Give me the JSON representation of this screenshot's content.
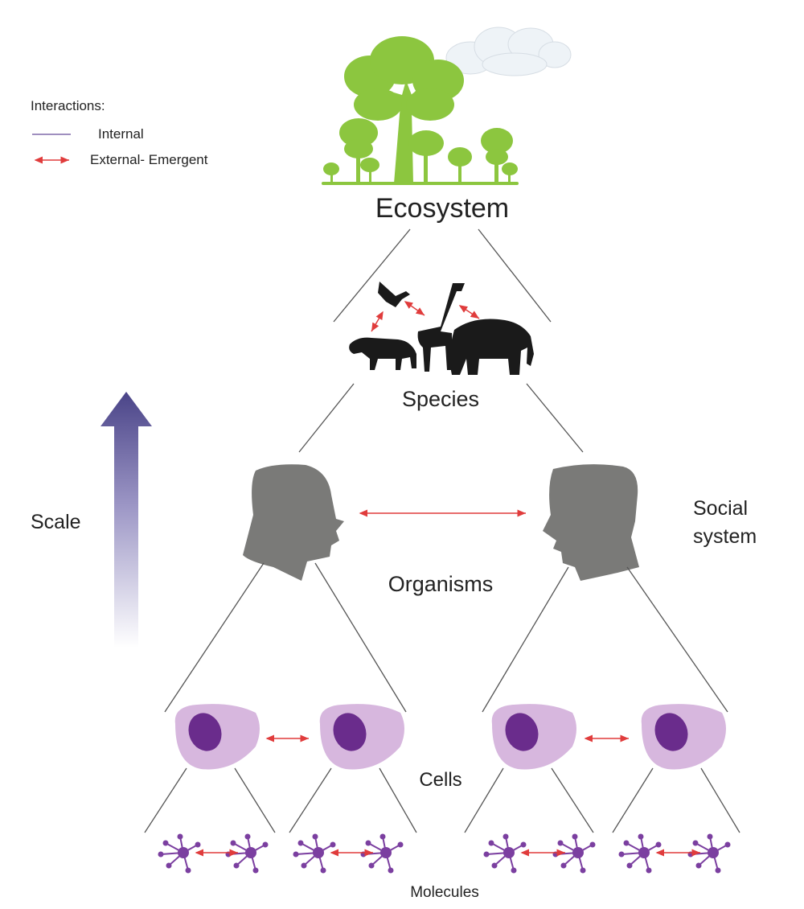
{
  "legend": {
    "title": "Interactions:",
    "internal_label": "Internal",
    "external_label": "External- Emergent"
  },
  "levels": {
    "ecosystem": "Ecosystem",
    "species": "Species",
    "organisms": "Organisms",
    "social_line1": "Social",
    "social_line2": "system",
    "cells": "Cells",
    "molecules": "Molecules",
    "scale": "Scale"
  },
  "colors": {
    "internal_line": "#555555",
    "emergent_arrow": "#e03c3c",
    "tree_green": "#8cc63f",
    "silhouette_black": "#1a1a1a",
    "head_gray": "#7a7a78",
    "cell_body": "#d7b7de",
    "cell_nucleus": "#6a2c8c",
    "molecule": "#7b3fa0",
    "scale_arrow": "#4f4a8f"
  }
}
